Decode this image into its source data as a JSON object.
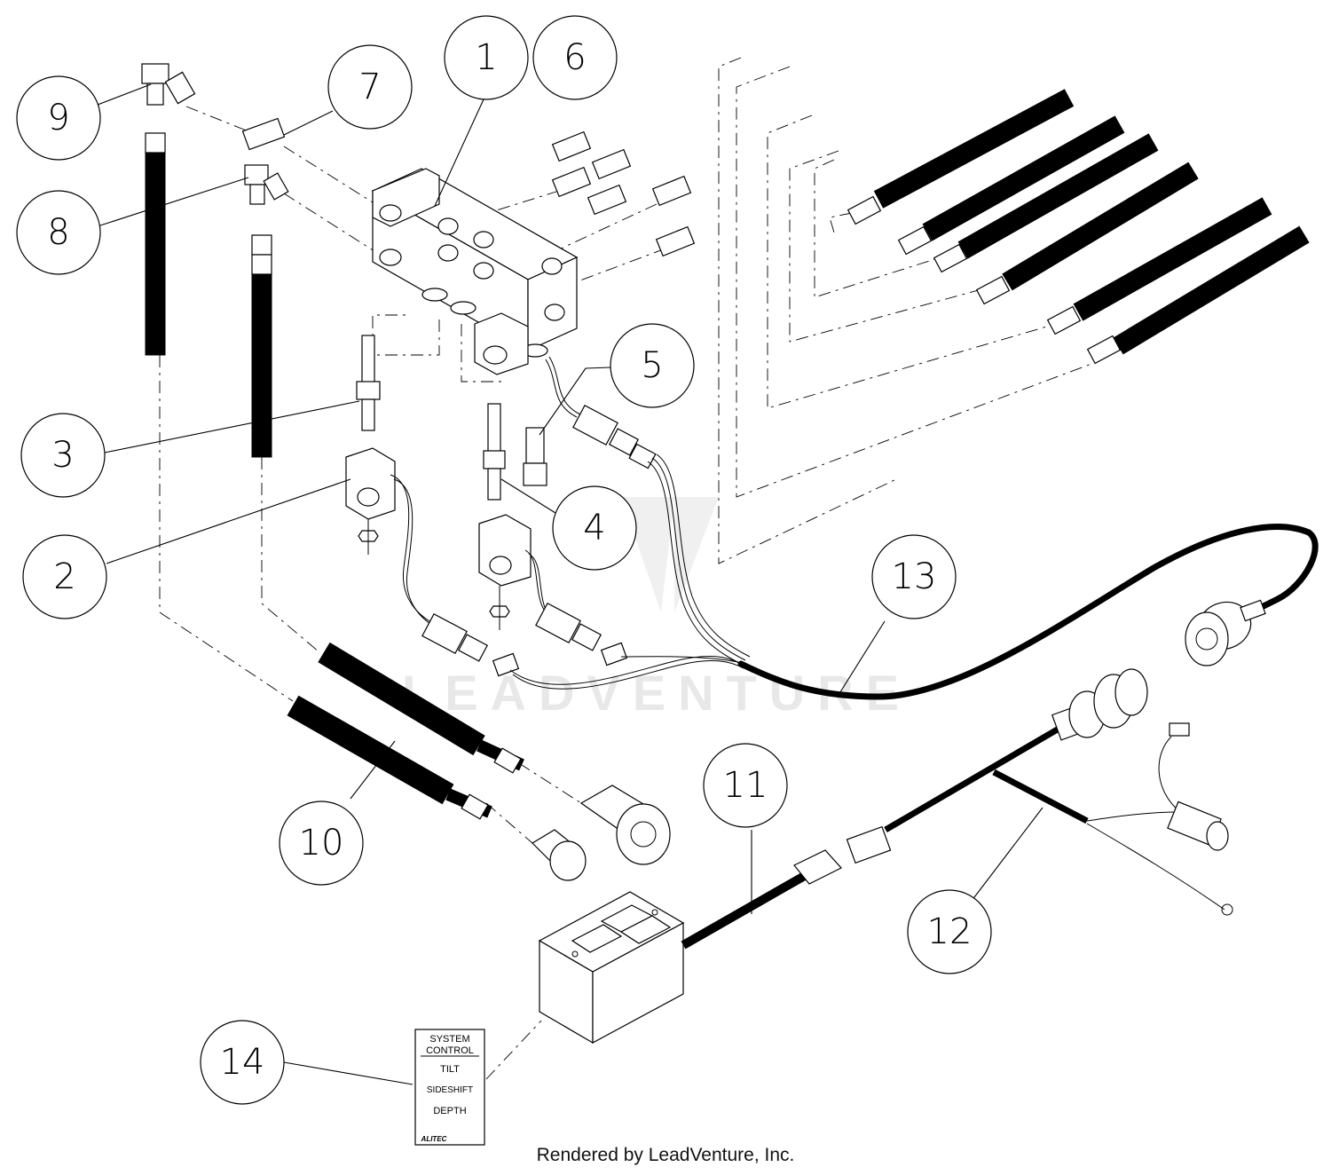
{
  "callouts": [
    "1",
    "2",
    "3",
    "4",
    "5",
    "6",
    "7",
    "8",
    "9",
    "10",
    "11",
    "12",
    "13",
    "14"
  ],
  "decal": {
    "title_line1": "SYSTEM",
    "title_line2": "CONTROL",
    "items": [
      "TILT",
      "SIDESHIFT",
      "DEPTH"
    ],
    "brand": "ALITEC"
  },
  "watermark": "LEADVENTURE",
  "footer": "Rendered by LeadVenture, Inc."
}
